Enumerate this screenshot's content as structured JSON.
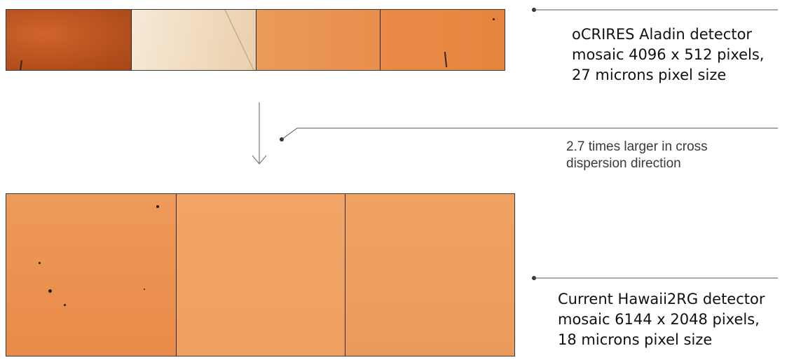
{
  "top_mosaic": {
    "caption": "oCRIRES Aladin detector\nmosaic 4096 x 512 pixels,\n27 microns pixel size",
    "chips": 4
  },
  "middle_note": {
    "caption": "2.7 times larger in cross\ndispersion direction"
  },
  "bottom_mosaic": {
    "caption": "Current Hawaii2RG detector\nmosaic 6144 x 2048 pixels,\n18 microns pixel size",
    "chips": 3
  },
  "colors": {
    "line": "#555555",
    "arrow": "#777777",
    "frame": "#3a3a3a"
  }
}
